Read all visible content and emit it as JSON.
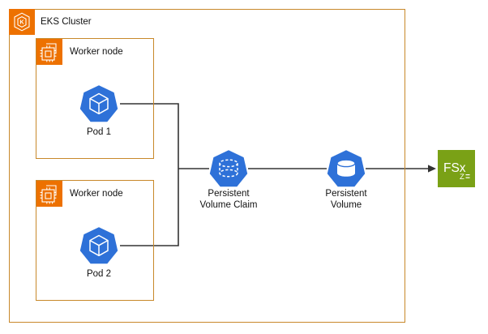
{
  "diagram": {
    "title": "EKS Cluster",
    "colors": {
      "group_border": "#C8882A",
      "compute_orange": "#ED7100",
      "k8s_blue": "#2E71D8",
      "storage_green": "#7AA116",
      "line": "#333333",
      "background": "#FFFFFF"
    },
    "groups": [
      {
        "id": "eks-cluster",
        "label": "EKS Cluster",
        "icon": "eks-cluster-icon"
      },
      {
        "id": "worker-node-1",
        "label": "Worker node",
        "icon": "worker-node-icon"
      },
      {
        "id": "worker-node-2",
        "label": "Worker node",
        "icon": "worker-node-icon"
      }
    ],
    "nodes": [
      {
        "id": "pod-1",
        "label": "Pod 1",
        "icon": "kubernetes-pod-icon"
      },
      {
        "id": "pod-2",
        "label": "Pod 2",
        "icon": "kubernetes-pod-icon"
      },
      {
        "id": "persistent-volume-claim",
        "label": "Persistent\nVolume Claim",
        "icon": "kubernetes-pvc-icon"
      },
      {
        "id": "persistent-volume",
        "label": "Persistent\nVolume",
        "icon": "kubernetes-pv-icon"
      },
      {
        "id": "fsx",
        "label": "FSx",
        "sublabel": "Z",
        "icon": "amazon-fsx-icon"
      }
    ],
    "connections": [
      {
        "from": "pod-1",
        "to": "persistent-volume-claim",
        "arrow": false
      },
      {
        "from": "pod-2",
        "to": "persistent-volume-claim",
        "arrow": false
      },
      {
        "from": "persistent-volume-claim",
        "to": "persistent-volume",
        "arrow": false
      },
      {
        "from": "persistent-volume",
        "to": "fsx",
        "arrow": true
      }
    ]
  }
}
